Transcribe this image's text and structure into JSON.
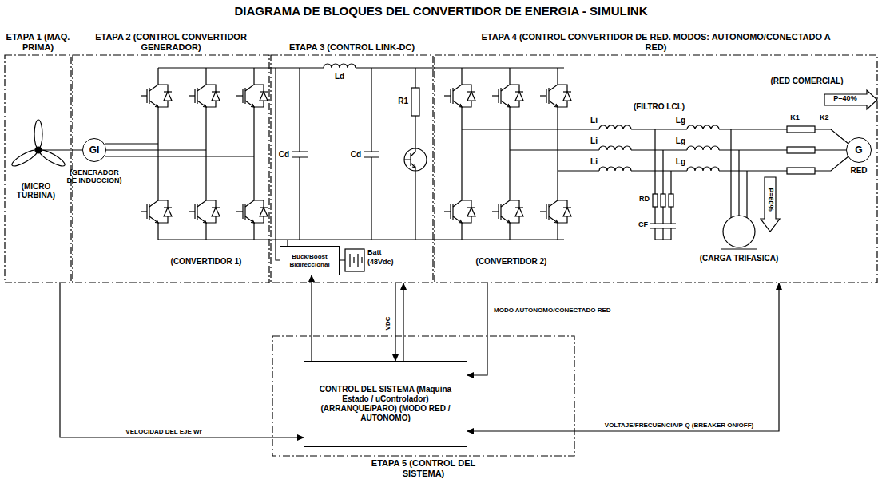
{
  "diagram": {
    "title": "DIAGRAMA DE BLOQUES DEL CONVERTIDOR DE ENERGIA - SIMULINK",
    "nodes": [
      {
        "text": [
          "ETAPA 1 (MAQ. PRIMA)"
        ]
      },
      {
        "text": [
          "ETAPA 2 (CONTROL CONVERTIDOR GENERADOR)"
        ]
      },
      {
        "text": [
          "GI"
        ],
        "in": 1
      },
      {
        "text": [
          "ETAPA 3 (CONTROL LINK-DC)"
        ]
      },
      {
        "text": [
          "Buck/Boost Bidireccional"
        ],
        "in": 3
      },
      {
        "text": [
          "ETAPA 4 (CONTROL CONVERTIDOR DE RED. MODOS: AUTONOMO/CONECTADO A RED)"
        ]
      },
      {
        "text": [
          "G"
        ],
        "in": 5
      },
      {
        "text": [
          "ETAPA 5 (CONTROL DEL SISTEMA)"
        ]
      },
      {
        "text": [
          "CONTROL DEL SISTEMA (Maquina Estado / uControlador) (ARRANQUE/PARO) (MODO RED / AUTONOMO)"
        ],
        "in": 7
      }
    ],
    "edges": [
      {
        "from": 0,
        "to": 8,
        "arrow": "to",
        "label": "VELOCIDAD DEL EJE Wr"
      },
      {
        "from": 8,
        "to": 4,
        "arrow": "to"
      },
      {
        "from": 3,
        "to": 8,
        "arrow": "to",
        "label": "VDC"
      },
      {
        "from": 8,
        "to": 3,
        "arrow": "to"
      },
      {
        "from": 5,
        "to": 8,
        "arrow": "to",
        "label": "MODO AUTONOMO/CONECTADO RED"
      },
      {
        "from": 8,
        "to": 5,
        "arrow": "both",
        "label": "VOLTAJE/FRECUENCIA/P-Q (BREAKER ON/OFF)"
      }
    ],
    "labels": [
      "(MICRO TURBINA)",
      "(GENERADOR DE INDUCCION)",
      "(CONVERTIDOR 1)",
      "Ld",
      "Cd",
      "Cd",
      "R1",
      "Batt",
      "(48Vdc)",
      "(CONVERTIDOR 2)",
      "(FILTRO LCL)",
      "Li",
      "Li",
      "Li",
      "Lg",
      "Lg",
      "Lg",
      "RD",
      "CF",
      "(RED COMERCIAL)",
      "K1",
      "K2",
      "P=40%",
      "P=60%",
      "RED",
      "(CARGA TRIFASICA)"
    ]
  }
}
